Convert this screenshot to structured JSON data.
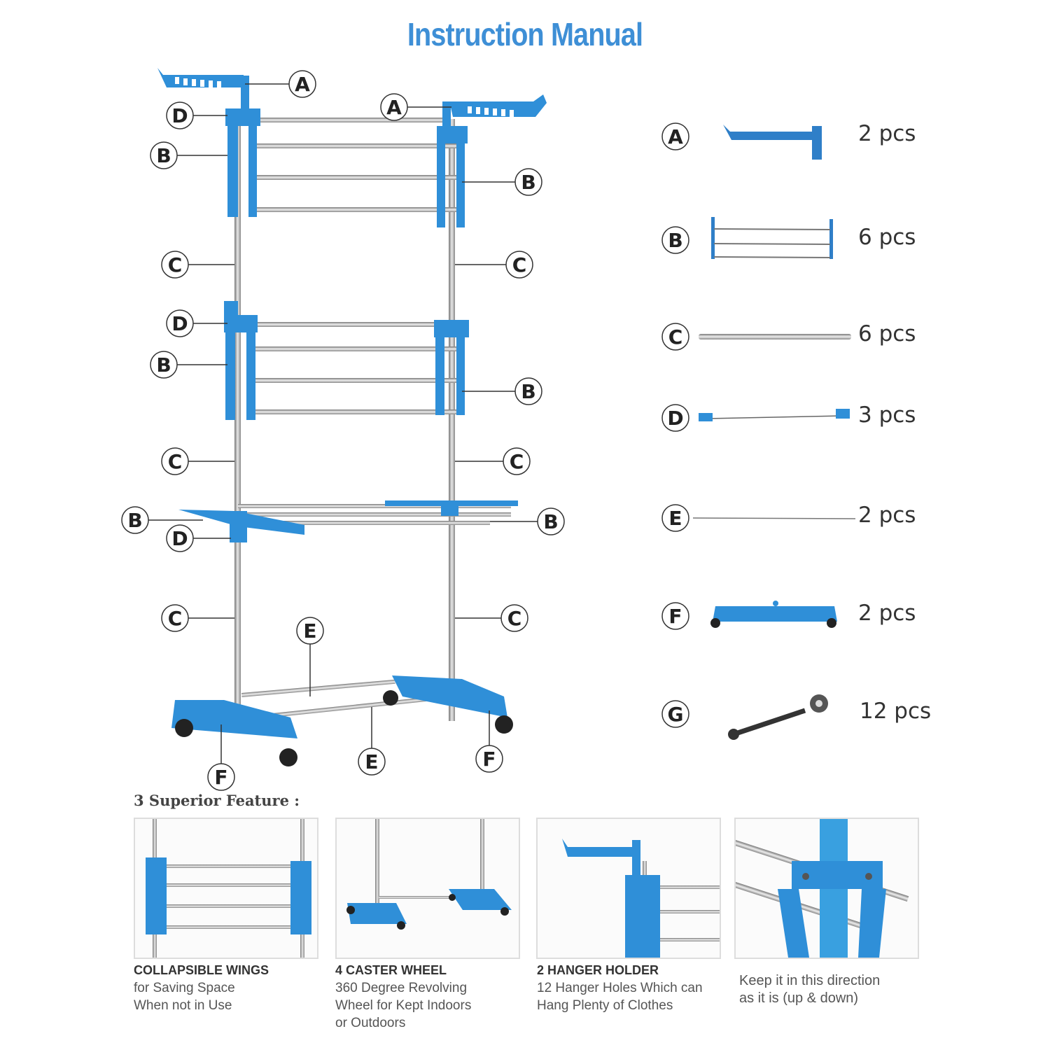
{
  "title": "Instruction Manual",
  "diagram": {
    "callouts": [
      "A",
      "A",
      "D",
      "B",
      "B",
      "C",
      "C",
      "D",
      "B",
      "B",
      "C",
      "C",
      "B",
      "B",
      "D",
      "C",
      "C",
      "E",
      "E",
      "F",
      "F"
    ]
  },
  "parts": [
    {
      "letter": "A",
      "qty": "2 pcs",
      "icon": "hanger-holder-icon"
    },
    {
      "letter": "B",
      "qty": "6 pcs",
      "icon": "wing-rack-icon"
    },
    {
      "letter": "C",
      "qty": "6 pcs",
      "icon": "steel-pipe-icon"
    },
    {
      "letter": "D",
      "qty": "3 pcs",
      "icon": "connector-rod-icon"
    },
    {
      "letter": "E",
      "qty": "2 pcs",
      "icon": "base-rod-icon"
    },
    {
      "letter": "F",
      "qty": "2 pcs",
      "icon": "wheel-base-icon"
    },
    {
      "letter": "G",
      "qty": "12 pcs",
      "icon": "screw-nut-icon"
    }
  ],
  "features": {
    "heading": "3 Superior Feature :",
    "items": [
      {
        "title": "COLLAPSIBLE WINGS",
        "lines": [
          "for Saving Space",
          "When not in Use"
        ]
      },
      {
        "title": "4 CASTER WHEEL",
        "lines": [
          "360 Degree Revolving",
          "Wheel for Kept Indoors",
          "or Outdoors"
        ]
      },
      {
        "title": "2 HANGER HOLDER",
        "lines": [
          "12 Hanger Holes Which can",
          "Hang Plenty of Clothes"
        ]
      },
      {
        "title": "",
        "lines": [
          "Keep it in this direction",
          "as it is (up & down)"
        ]
      }
    ]
  },
  "colors": {
    "accent": "#3e8fd6",
    "plastic": "#2f8fd8",
    "steel": "#a9a9a9"
  }
}
